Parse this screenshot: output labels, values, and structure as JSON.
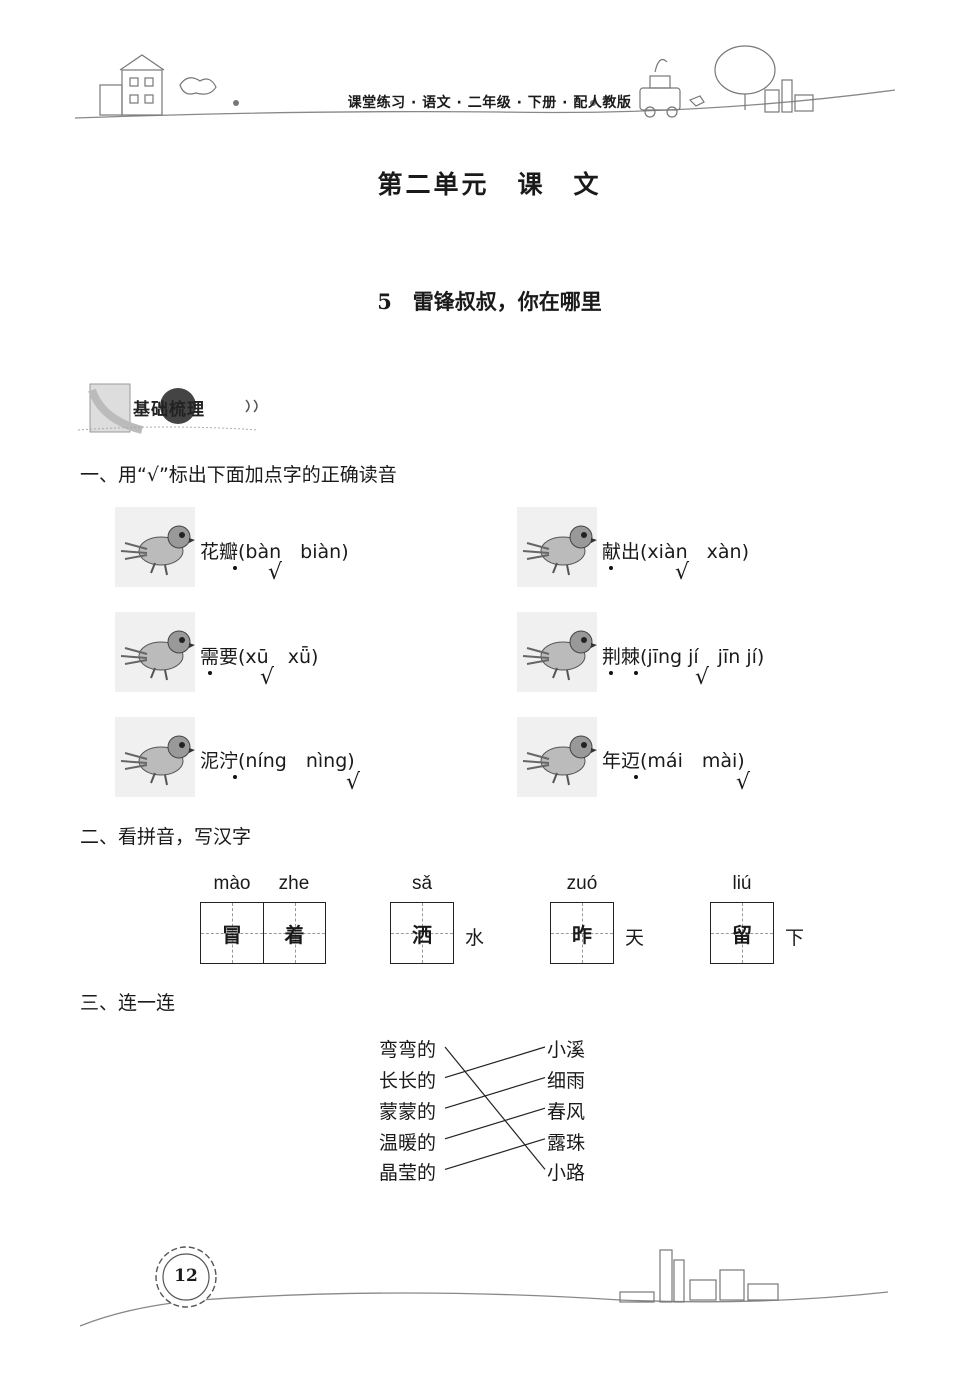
{
  "header": {
    "series": "课堂练习 · 语文 · 二年级 · 下册 · 配人教版"
  },
  "unit_title": "第二单元　课　文",
  "lesson_title": "5　雷锋叔叔，你在哪里",
  "banner": {
    "label": "基础梳理"
  },
  "section1": {
    "heading": "一、用“√”标出下面加点字的正确读音",
    "items": [
      {
        "word": "花瓣",
        "options": "(bàn　biàn)",
        "check": "√"
      },
      {
        "word": "献出",
        "options": "(xiàn　xàn)",
        "check": "√"
      },
      {
        "word": "需要",
        "options": "(xū　xǖ)",
        "check": "√"
      },
      {
        "word": "荆棘",
        "options": "(jīng jí　jīn jí)",
        "check": "√"
      },
      {
        "word": "泥泞",
        "options": "(níng　nìng)",
        "check": "√"
      },
      {
        "word": "年迈",
        "options": "(mái　mài)",
        "check": "√"
      }
    ]
  },
  "section2": {
    "heading": "二、看拼音，写汉字",
    "groups": [
      {
        "pinyin": [
          "mào",
          "zhe"
        ],
        "chars": [
          "冒",
          "着"
        ],
        "suffix": ""
      },
      {
        "pinyin": [
          "sǎ"
        ],
        "chars": [
          "洒"
        ],
        "suffix": "水"
      },
      {
        "pinyin": [
          "zuó"
        ],
        "chars": [
          "昨"
        ],
        "suffix": "天"
      },
      {
        "pinyin": [
          "liú"
        ],
        "chars": [
          "留"
        ],
        "suffix": "下"
      }
    ]
  },
  "section3": {
    "heading": "三、连一连",
    "left": [
      "弯弯的",
      "长长的",
      "蒙蒙的",
      "温暖的",
      "晶莹的"
    ],
    "right": [
      "小溪",
      "细雨",
      "春风",
      "露珠",
      "小路"
    ],
    "links": [
      [
        0,
        4
      ],
      [
        1,
        0
      ],
      [
        2,
        1
      ],
      [
        3,
        2
      ],
      [
        4,
        3
      ]
    ]
  },
  "page_number": "12"
}
